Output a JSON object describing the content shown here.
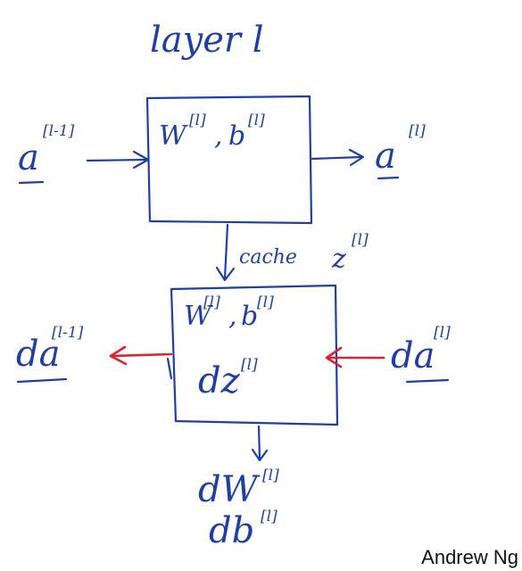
{
  "title": "layer l",
  "forward_box": {
    "params_w": "W",
    "params_w_sup": "[l]",
    "params_sep": ",",
    "params_b": "b",
    "params_b_sup": "[l]"
  },
  "input_a": {
    "base": "a",
    "sup": "[l-1]"
  },
  "output_a": {
    "base": "a",
    "sup": "[l]"
  },
  "cache": {
    "label": "cache",
    "var": "z",
    "sup": "[l]"
  },
  "backward_box": {
    "params_w": "W",
    "params_w_sup": "[l]",
    "params_sep": ",",
    "params_b": "b",
    "params_b_sup": "[l]",
    "dz_base": "dz",
    "dz_sup": "[l]"
  },
  "left_da": {
    "base": "da",
    "sup": "[l-1]"
  },
  "right_da": {
    "base": "da",
    "sup": "[l]"
  },
  "grads": {
    "dw_base": "dW",
    "dw_sup": "[l]",
    "db_base": "db",
    "db_sup": "[l]"
  },
  "credit": "Andrew Ng",
  "colors": {
    "ink": "#1f3fa6",
    "arrow_red": "#d9232e",
    "background": "#ffffff"
  }
}
